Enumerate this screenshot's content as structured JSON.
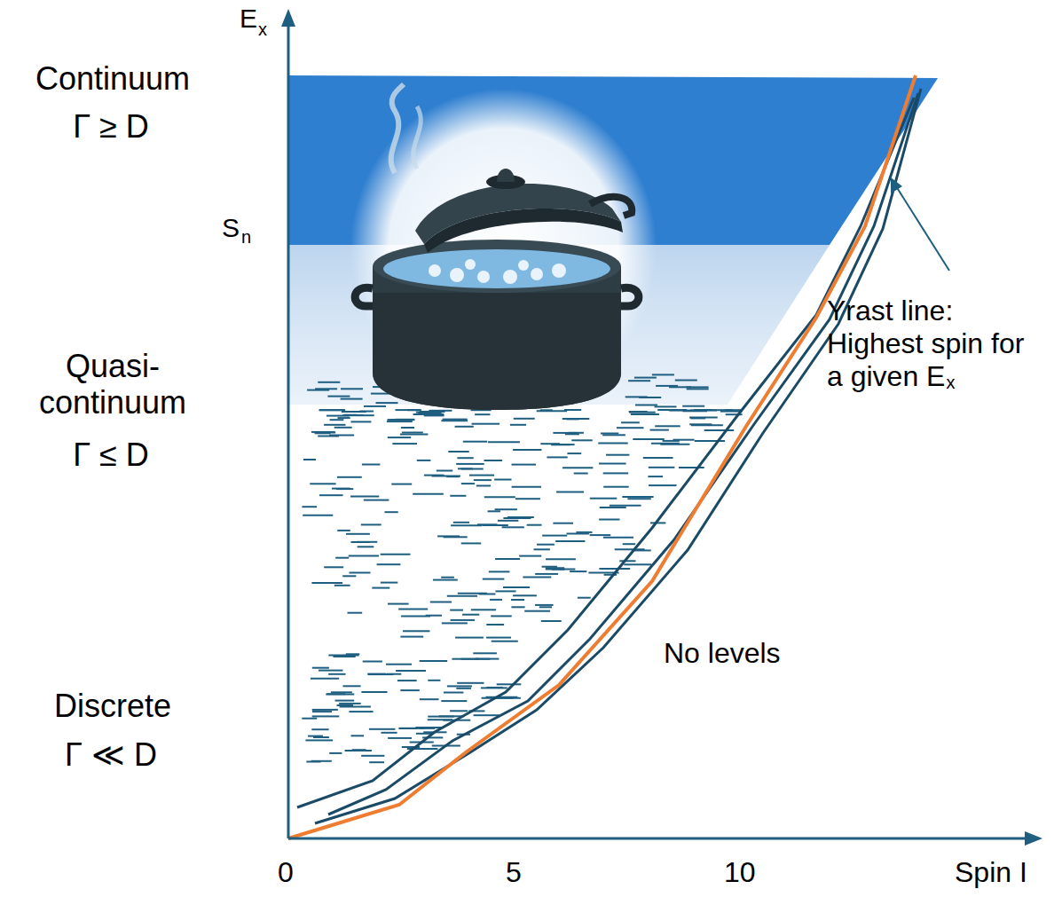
{
  "diagram": {
    "labels": [
      "E",
      "x",
      "Continuum",
      "Γ ≥ D",
      "S",
      "n",
      "Quasi- continuum",
      "Γ ≤ D",
      "Discrete",
      "Γ ≪ D",
      "Yrast line: Highest spin for a given E",
      "x",
      "No levels",
      "0",
      "5",
      "10",
      "Spin I"
    ]
  }
}
